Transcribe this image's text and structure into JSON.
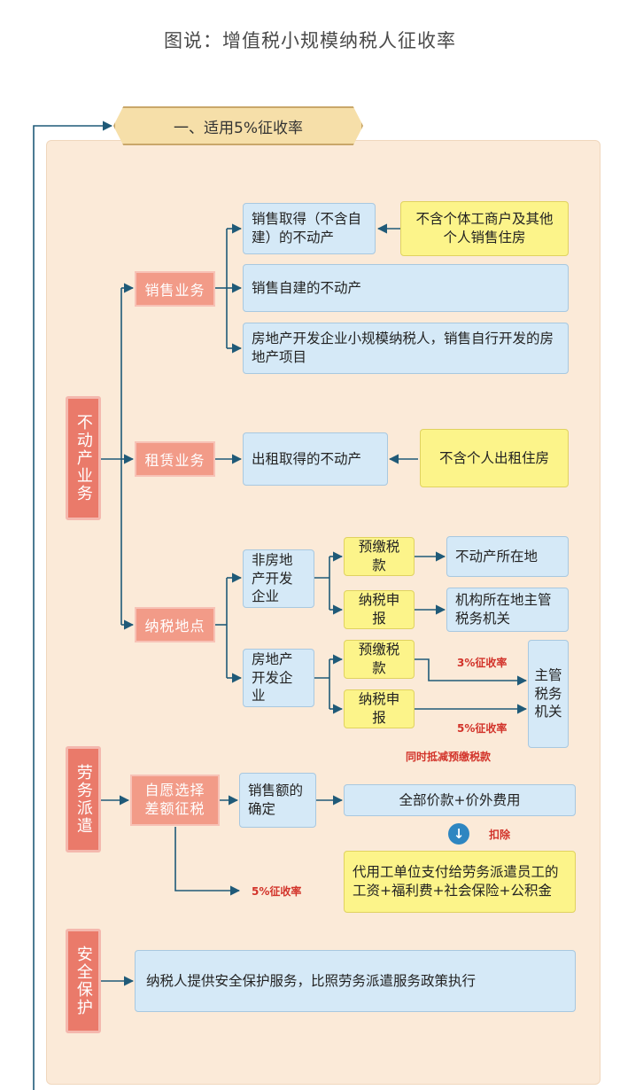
{
  "title": "图说：增值税小规模纳税人征收率",
  "banner": "一、适用5%征收率",
  "categories": {
    "realestate": "不动产业务",
    "labor": "劳务派遣",
    "security": "安全保护"
  },
  "subcats": {
    "sales": "销售业务",
    "lease": "租赁业务",
    "location": "纳税地点",
    "voluntary": "自愿选择差额征税"
  },
  "boxes": {
    "sale_acquired": "销售取得（不含自建）的不动产",
    "sale_self_built": "销售自建的不动产",
    "developer_sale": "房地产开发企业小规模纳税人，销售自行开发的房地产项目",
    "lease_acquired": "出租取得的不动产",
    "non_developer": "非房地产开发企业",
    "developer": "房地产开发企业",
    "prepay_1": "预缴税款",
    "declare_1": "纳税申报",
    "prepay_2": "预缴税款",
    "declare_2": "纳税申报",
    "property_location": "不动产所在地",
    "org_authority": "机构所在地主管税务机关",
    "authority": "主管税务机关",
    "sales_amount": "销售额的确定",
    "total_price": "全部价款+价外费用",
    "wages": "代用工单位支付给劳务派遣员工的工资+福利费+社会保险+公积金",
    "security_text": "纳税人提供安全保护服务，比照劳务派遣服务政策执行"
  },
  "notes": {
    "excl_individual": "不含个体工商户及其他个人销售住房",
    "excl_lease": "不含个人出租住房"
  },
  "labels": {
    "rate_3": "3%征收率",
    "rate_5": "5%征收率",
    "offset": "同时抵减预缴税款",
    "deduct": "扣除",
    "rate_5_labor": "5%征收率"
  },
  "colors": {
    "connector": "#1f5a78",
    "category": "#ea7a6a",
    "subcategory": "#f29b88",
    "box": "#d5e9f7",
    "note": "#fcf48a",
    "red_text": "#d2332a",
    "panel": "#fbead8"
  }
}
